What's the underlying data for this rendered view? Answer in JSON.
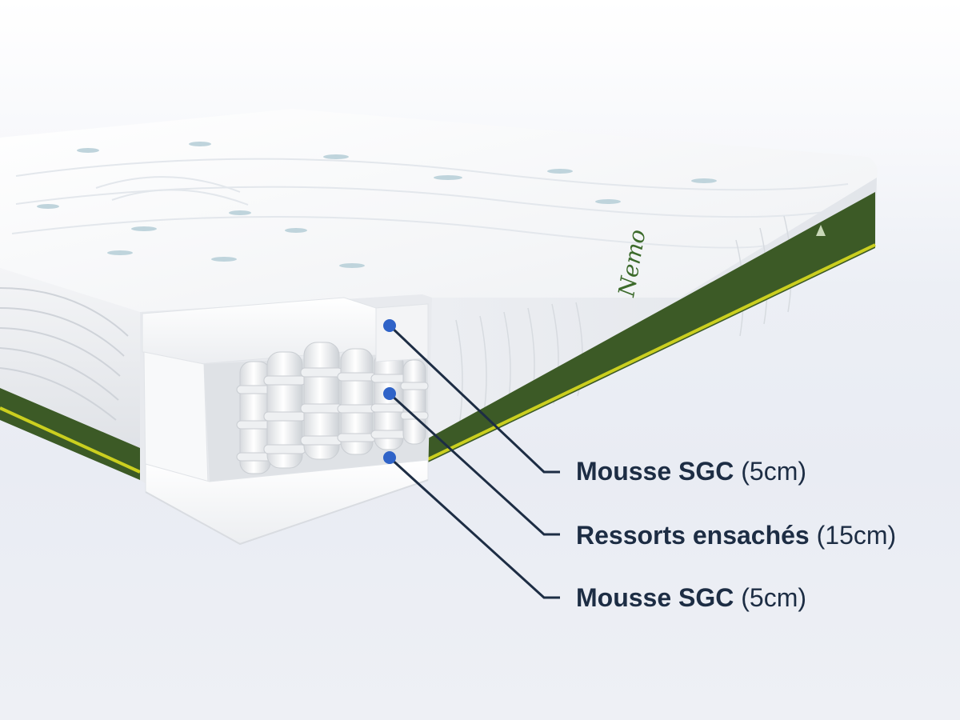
{
  "diagram": {
    "brand_mark": "Nemo",
    "colors": {
      "cover_white": "#f6f7f9",
      "border_green": "#3c5a26",
      "piping_yellow": "#cbcf1f",
      "callout_dot": "#2f63c8",
      "callout_line": "#1d2d44",
      "label_text": "#1d2d44"
    },
    "layers": [
      {
        "name": "Mousse SGC",
        "thickness": "(5cm)"
      },
      {
        "name": "Ressorts ensachés",
        "thickness": "(15cm)"
      },
      {
        "name": "Mousse SGC",
        "thickness": "(5cm)"
      }
    ]
  }
}
